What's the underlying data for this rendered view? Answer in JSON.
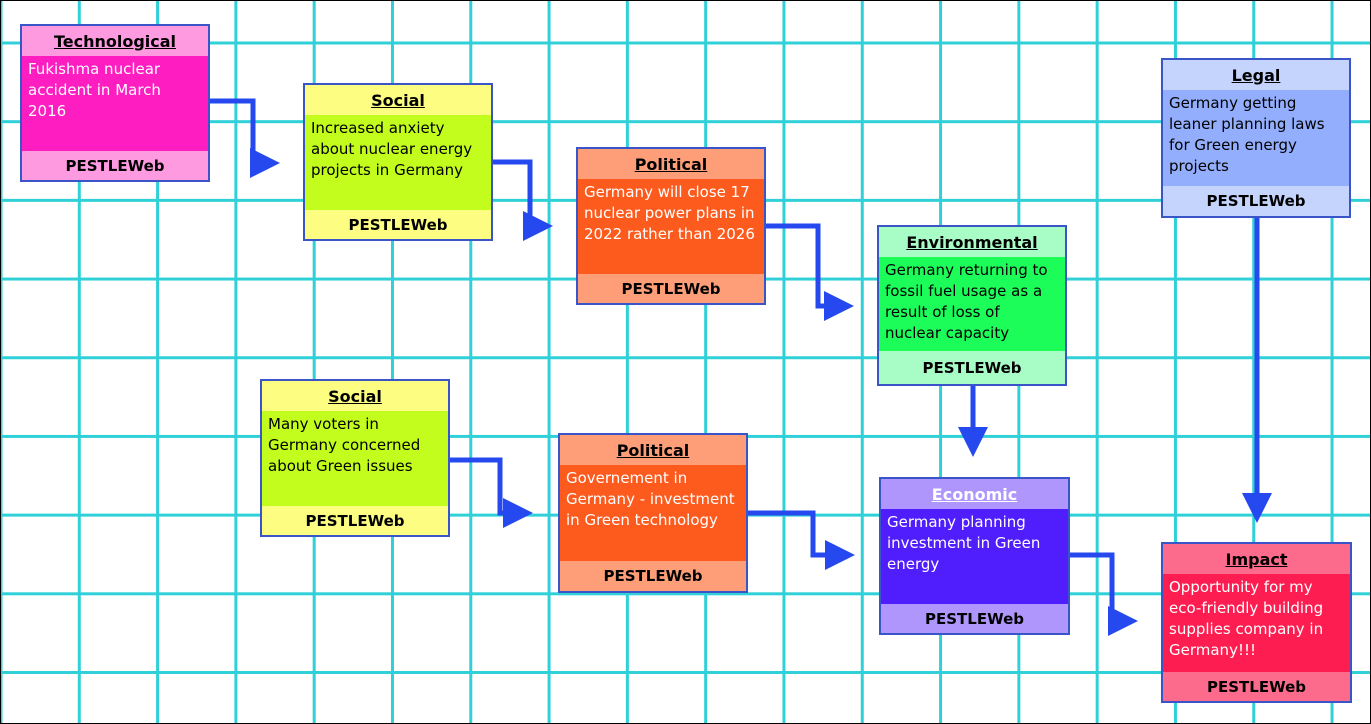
{
  "colors": {
    "grid": "#2fd0d8",
    "arrow": "#2549ee",
    "card_border": "#3a55c8"
  },
  "cards": [
    {
      "id": "technological",
      "title": "Technological",
      "body": "Fukishma nuclear accident in March 2016",
      "footer": "PESTLEWeb",
      "frame_color": "#fd9ae0",
      "body_color": "#fd1dc0",
      "text_color": "#ffffff",
      "title_color": "#000000"
    },
    {
      "id": "social-1",
      "title": "Social",
      "body": "Increased anxiety about nuclear energy projects in Germany",
      "footer": "PESTLEWeb",
      "frame_color": "#fdfd82",
      "body_color": "#c3fd1d",
      "text_color": "#000000",
      "title_color": "#000000"
    },
    {
      "id": "political-1",
      "title": "Political",
      "body": "Germany will close 17 nuclear power plans in 2022 rather than 2026",
      "footer": "PESTLEWeb",
      "frame_color": "#fd9e78",
      "body_color": "#fd5a1d",
      "text_color": "#ffffff",
      "title_color": "#000000"
    },
    {
      "id": "environmental",
      "title": "Environmental",
      "body": "Germany returning to fossil fuel usage as a result of loss of nuclear capacity",
      "footer": "PESTLEWeb",
      "frame_color": "#a8fdc6",
      "body_color": "#1dfd5a",
      "text_color": "#000000",
      "title_color": "#000000"
    },
    {
      "id": "legal",
      "title": "Legal",
      "body": "Germany getting leaner planning laws for Green energy projects",
      "footer": "PESTLEWeb",
      "frame_color": "#c4d4fd",
      "body_color": "#93aefd",
      "text_color": "#000000",
      "title_color": "#000000"
    },
    {
      "id": "social-2",
      "title": "Social",
      "body": "Many voters in Germany concerned about Green issues",
      "footer": "PESTLEWeb",
      "frame_color": "#fdfd82",
      "body_color": "#c3fd1d",
      "text_color": "#000000",
      "title_color": "#000000"
    },
    {
      "id": "political-2",
      "title": "Political",
      "body": "Governement in Germany - investment in Green technology",
      "footer": "PESTLEWeb",
      "frame_color": "#fd9e78",
      "body_color": "#fd5a1d",
      "text_color": "#ffffff",
      "title_color": "#000000"
    },
    {
      "id": "economic",
      "title": "Economic",
      "body": "Germany planning investment in Green energy",
      "footer": "PESTLEWeb",
      "frame_color": "#ae96fd",
      "body_color": "#501dfd",
      "text_color": "#ffffff",
      "title_color": "#ffffff"
    },
    {
      "id": "impact",
      "title": "Impact",
      "body": "Opportunity for my eco-friendly building supplies company in Germany!!!",
      "footer": "PESTLEWeb",
      "frame_color": "#fd6b8c",
      "body_color": "#fd1d50",
      "text_color": "#ffffff",
      "title_color": "#000000"
    }
  ]
}
